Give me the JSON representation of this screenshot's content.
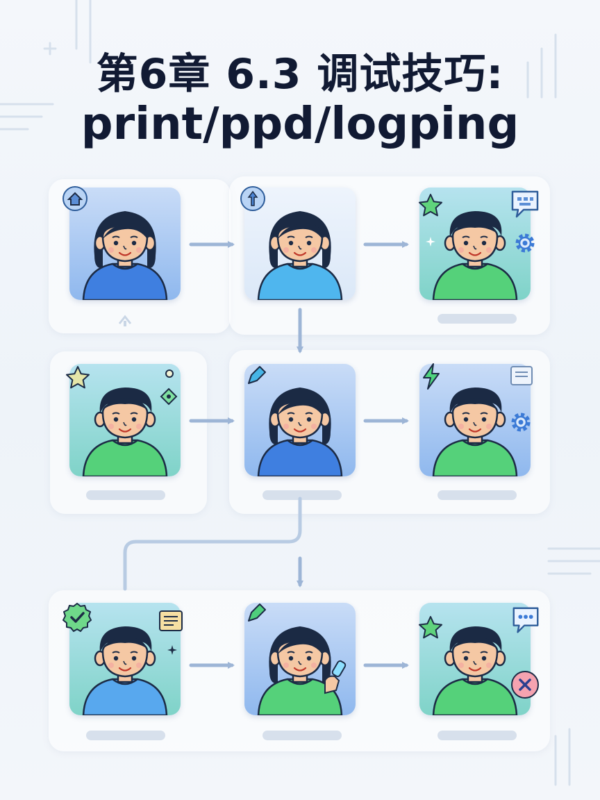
{
  "title": {
    "line1": "第6章 6.3 调试技巧:",
    "line2": "print/ppd/logping"
  },
  "colors": {
    "arrow": "#9db5d6",
    "connector": "#b8cbe3",
    "hair": "#1b2a44",
    "skin": "#f5c8a4",
    "outline": "#1c2b45",
    "shirt_blue": "#3f7fe0",
    "shirt_light_blue": "#4fb6ee",
    "shirt_green": "#55d17a",
    "shirt_sky": "#58a8ee"
  },
  "cards": [
    {
      "id": "r1c1",
      "gender": "female",
      "bg": "blue",
      "shirt": "shirt_blue",
      "badges": [
        "home-icon"
      ]
    },
    {
      "id": "r1c2",
      "gender": "female",
      "bg": "light",
      "shirt": "shirt_light_blue",
      "badges": [
        "arrow-up-icon"
      ]
    },
    {
      "id": "r1c3",
      "gender": "male",
      "bg": "green",
      "shirt": "shirt_green",
      "badges": [
        "star-icon",
        "chat-icon",
        "gear-icon"
      ]
    },
    {
      "id": "r2c1",
      "gender": "male",
      "bg": "green",
      "shirt": "shirt_green",
      "badges": [
        "star-icon",
        "circle-icon",
        "diamond-icon"
      ]
    },
    {
      "id": "r2c2",
      "gender": "female",
      "bg": "blue",
      "shirt": "shirt_blue",
      "badges": [
        "pen-icon"
      ]
    },
    {
      "id": "r2c3",
      "gender": "male",
      "bg": "blue",
      "shirt": "shirt_green",
      "badges": [
        "lightning-icon",
        "document-icon",
        "gear-icon"
      ]
    },
    {
      "id": "r3c1",
      "gender": "male",
      "bg": "green",
      "shirt": "shirt_sky",
      "badges": [
        "check-badge-icon",
        "note-icon",
        "sparkle-icon"
      ]
    },
    {
      "id": "r3c2",
      "gender": "female",
      "bg": "blue",
      "shirt": "shirt_green",
      "badges": [
        "pen-icon",
        "marker-icon"
      ]
    },
    {
      "id": "r3c3",
      "gender": "male",
      "bg": "green",
      "shirt": "shirt_green",
      "badges": [
        "star-icon",
        "chat-icon",
        "close-circle-icon"
      ]
    }
  ]
}
